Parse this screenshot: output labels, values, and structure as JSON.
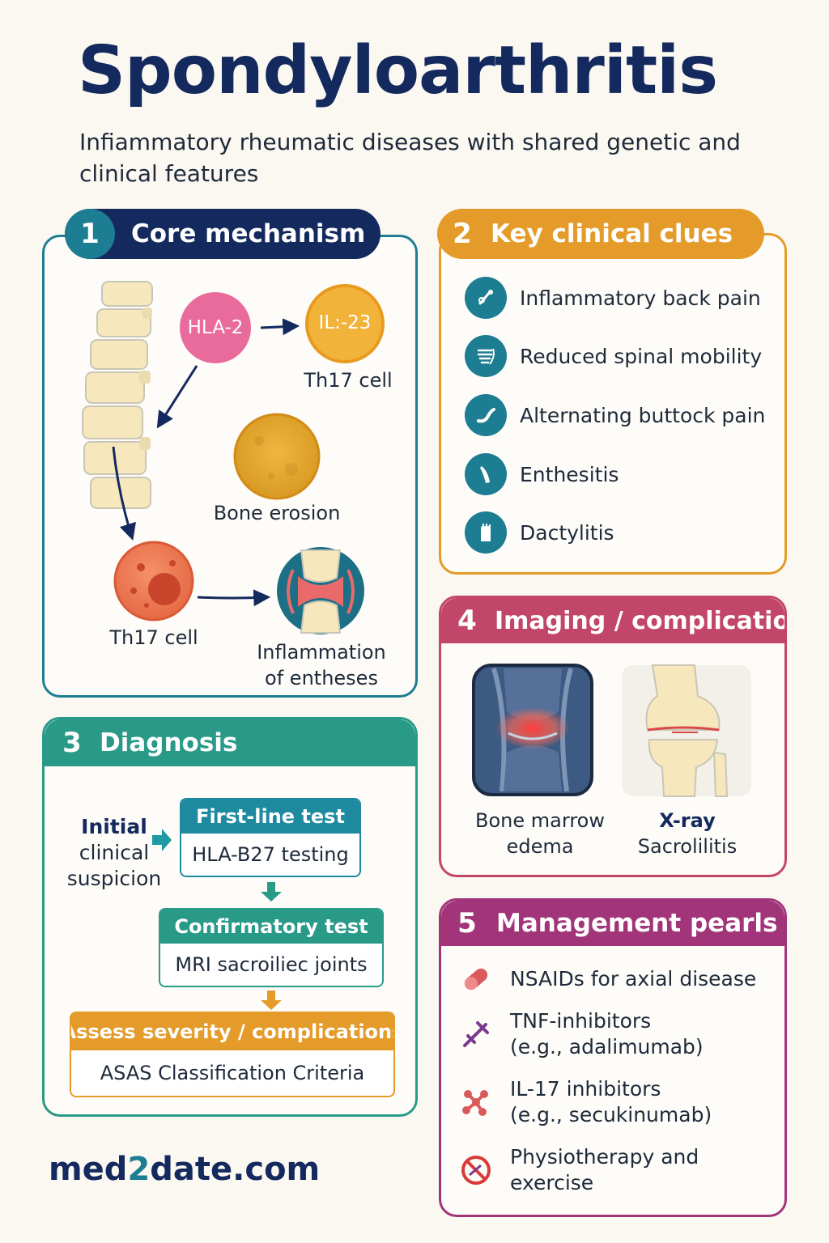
{
  "header": {
    "title": "Spondyloarthritis",
    "subtitle_line1": "Infiammatory rheumatic diseases with shared genetic and",
    "subtitle_line2": "clinical features"
  },
  "colors": {
    "navy": "#14295e",
    "teal": "#1d7d92",
    "orange": "#e49b2a",
    "green": "#2a9a88",
    "magenta": "#c2456a",
    "purple": "#a2357a"
  },
  "mechanism": {
    "number": "1",
    "title": "Core mechanism",
    "hla_label": "HLA-2",
    "il_label": "IL:-23",
    "th17_top": "Th17 cell",
    "bone_erosion": "Bone erosion",
    "th17_bottom": "Th17 cell",
    "inflammation_line1": "Inflammation",
    "inflammation_line2": "of entheses"
  },
  "clues": {
    "number": "2",
    "title": "Key clinical clues",
    "items": [
      {
        "label": "Inflammatory back pain",
        "icon": "back-pain-icon"
      },
      {
        "label": "Reduced spinal mobility",
        "icon": "spine-mobility-icon"
      },
      {
        "label": "Alternating buttock pain",
        "icon": "buttock-pain-icon"
      },
      {
        "label": "Enthesitis",
        "icon": "enthesitis-icon"
      },
      {
        "label": "Dactylitis",
        "icon": "dactylitis-icon"
      }
    ]
  },
  "diagnosis": {
    "number": "3",
    "title": "Diagnosis",
    "initial_line1": "Initial",
    "initial_line2": "clinical",
    "initial_line3": "suspicion",
    "first_line_head": "First-line test",
    "first_line_body": "HLA-B27 testing",
    "confirm_head": "Confirmatory test",
    "confirm_body": "MRI sacroiliec joints",
    "assess_head": "Assess severity / complications",
    "assess_body": "ASAS Classification Criteria"
  },
  "imaging": {
    "number": "4",
    "title": "Imaging / complications",
    "mri_line1": "Bone marrow",
    "mri_line2": "edema",
    "xray_line1": "X-ray",
    "xray_line2": "Sacrolilitis"
  },
  "management": {
    "number": "5",
    "title": "Management pearls",
    "items": [
      {
        "line1": "NSAIDs for axial disease",
        "line2": ""
      },
      {
        "line1": "TNF-inhibitors",
        "line2": "(e.g., adalimumab)"
      },
      {
        "line1": "IL-17 inhibitors",
        "line2": "(e.g., secukinumab)"
      },
      {
        "line1": "Physiotherapy and",
        "line2": "exercise"
      }
    ]
  },
  "footer": {
    "brand_pre": "med",
    "brand_num": "2",
    "brand_post": "date.com"
  }
}
